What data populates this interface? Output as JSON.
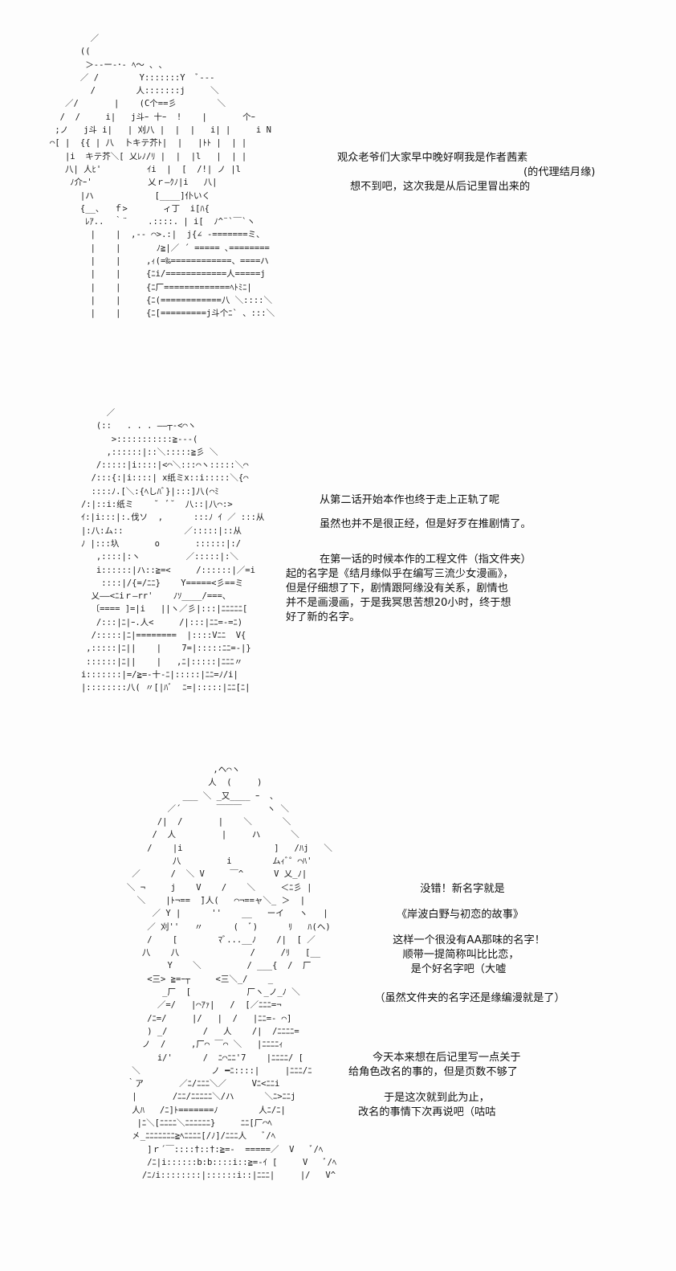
{
  "panel1": {
    "art": [
      "        ／",
      "      ((",
      "       ＞-‐ー‐･‐ ﾍ～ ､ ､",
      "      ／ /        Y:::::::Y  ﾞ---",
      "        /        人:::::::j     ＼",
      "   ／/       |    (C个==彡        ＼",
      "  /  /     i|   j斗ｰ 十ｰ  !    |       个ｰ",
      " ;ノ   j斗 i|   | 刈八 |  |  |   i| |     i N",
      "⌒[ |  {{ | 八  卜キテ芥ﾄ|  |   |ﾄﾄ |  | |",
      "   |i  キテ芥＼[ 乂ﾚﾉ/ﾘ |  |  |l   |  | |",
      "   八| 人ﾋ'         ｲi  |  [  /!| ノ |l",
      "    ﾉ介ｰ'           乂ｒ―ｸﾉ|i   八|",
      "      |ハ            [____]仆いく",
      "      {__、  ｆ>       ィ丁  i[ﾊ{",
      "       ﾚｱ..  ｀¨    .::::. | i[  ﾉ^¨`￣`ヽ",
      "        |    |  ,-‐ ⌒>.:|  j{∠ -=======ミ、",
      "        |    |       ﾉ≧|／ ´ ===== ､========",
      "        |    |     ,ｨ(=‰============、====ハ",
      "        |    |     {ﾆi/============人=====j",
      "        |    |     {ﾆ厂=============ﾍﾄﾐﾆ|",
      "        |    |     {ﾆ(============八 ＼::::＼",
      "        |    |     {ﾆ[=========j斗个ﾆ` 、:::＼"
    ],
    "lines": [
      "观众老爷们大家早中晚好啊我是作者茜素",
      "(的代理结月缘)",
      "想不到吧，这次我是从后记里冒出来的"
    ]
  },
  "panel2": {
    "art": [
      "        ／",
      "      (::   . . . ――┬-<⌒ヽ",
      "         >:::::::::::≧---(",
      "        ,::::::|::＼:::::≧彡 ＼",
      "      /:::::|i::::|<⌒＼:::⌒ヽ:::::＼⌒",
      "     /:::{:|i::::| x纸ミx::i:::::＼{⌒",
      "     ::::ﾉ.[＼:{ﾍしﾊﾞ}|:::]八(⌒ﾐ",
      "   /:|::i:纸ミ    ˘  ﾞ˘  八::|八⌒:>",
      "   ｲ:|i:::|:.伐ソ  ,      :::ﾉ ｲ ／ :::从",
      "   |:八:ム::            ／:::::|::从",
      "   ﾉ |:::圦       o       ::::::|:/",
      "      ,::::|:ヽ         ／:::::|:＼",
      "      i::::::|ハ::≧=<     /::::::|／=i",
      "       ::::|/{=/ﾆﾆ}    Y=====<彡==ミ",
      "     乂――<ﾆiｒ―rr'    ﾉｿ____/===、",
      "     〔==== ]=|i   ||ヽ／彡|:::|ﾆﾆﾆﾆﾆ[",
      "      /:::|ﾆ|ｰ.人<     /|:::|ﾆﾆ=-=ﾆ)",
      "     /:::::|ﾆ|========  |::::Vﾆﾆ  V{",
      "    ,:::::|ﾆ||    |    7=|:::::ﾆﾆ=-|}",
      "    ::::::|ﾆ||    |   ,ﾆ|:::::|ﾆﾆﾆ〃",
      "   i:::::::|=/≧=-十-ﾆ|:::::|ﾆﾆ=ﾉ/i|",
      "   |::::::::八( 〃[|ﾊﾞ  ﾆ=|:::::|ﾆﾆ[ﾆ|"
    ],
    "lines": [
      "从第二话开始本作也终于走上正轨了呢",
      "虽然也并不是很正经，但是好歹在推剧情了。",
      "在第一话的时候本作的工程文件（指文件夹）",
      "起的名字是《结月缘似乎在编写三流少女漫画》，",
      "但是仔细想了下，剧情跟阿缘没有关系，剧情也",
      "并不是画漫画，于是我冥思苦想20小时，终于想",
      "好了新的名字。"
    ]
  },
  "panel3": {
    "art": [
      "                       ,ヘ⌒ヽ",
      "                      人  (     )",
      "                 ___ ＼ _又____ ｰ  、",
      "              ／´       ￣￣￣     ヽ ＼",
      "            /|  /       |    ＼      ＼",
      "           /  人         |     ハ      ＼",
      "          /    |i                  ]   /ﾊj   ＼",
      "               八         i        ムｨﾞ゜⌒ﾊ'",
      "       ／      /  ＼ V     ￣^      V 乂_ﾉ|",
      "      ＼ ¬     j    V    /    ＼     ＜ﾆ彡 |",
      "        ＼    |ﾄ¬==  ̄]人(   ⌒¬==ャ＼_ ＞  |",
      "           ／ Y |      ''    __   ーイ   ヽ   |",
      "          ／ 刈''   〃      (  ﾞ)      ﾘ   ﾊ(ヘ)",
      "          /    [        ﾏﾞ...__ﾉ    /|  [ ／",
      "         八    八              /     /ﾘ   [__",
      "              Y    ＼         / ___{  /  厂",
      "          <三> ≧=ｰ┬     <三＼_/    _",
      "             _厂  [           厂ヽ_ノ_ﾉ ＼",
      "            ／=/   |⌒ｱｧ|   /  [／ﾆﾆﾆ=¬",
      "          /ﾆ=/     |/   |  /   |ﾆﾆ=- ⌒]",
      "          ) _/       /   人    /|  /ﾆﾆﾆﾆ=",
      "         ノ  /     ,厂⌒ ￣⌒ ＼   |ﾆﾆﾆﾆｨ",
      "            i/'      /  ﾆ⌒ﾆﾆ'7    |ﾆﾆﾆﾆ/ [",
      "       ＼              ノ ━ﾆ::::|     |ﾆﾆﾆ/ﾆ",
      "      ｀ア       ／ﾆ/ﾆﾆﾆ＼／     Vﾆ<ﾆﾆi",
      "       |       /ﾆﾆ/ﾆﾆﾆﾆﾆ＼/ハ      ＼ﾆ>ﾆﾆj",
      "       人ﾊ   /ﾆ]ﾄ=======ﾉ        人ﾆ/ﾆ|",
      "        |ﾆ＼[ﾆﾆﾆﾆ＼ﾆﾆﾆﾆﾆﾆ}     ﾆﾆ[厂⌒ﾍ",
      "       㐅_ﾆﾆﾆﾆﾆﾆﾆ≧ﾍﾆﾆﾆﾆ[/ﾉ]/ﾆﾆﾆ人   ﾞ/ﾍ",
      "          ]ｒ´￣::::†::†:≧=-  =====／  V   ﾞ/ﾍ",
      "          /ﾆ|i::::::b:b::::i::≧=-ｲ [     V   ﾞ/ﾍ",
      "         /ﾆﾉi::::::::|::::::i::|ﾆﾆﾆ|     |/   V^"
    ],
    "lines_top": [
      "没错！新名字就是",
      "《岸波白野与初恋的故事》",
      "这样一个很没有AA那味的名字！",
      "顺带一提简称叫比比恋，",
      "是个好名字吧（大嘘",
      "（虽然文件夹的名字还是缘编漫就是了）"
    ],
    "lines_bottom": [
      "今天本来想在后记里写一点关于",
      "给角色改名的事的，但是页数不够了",
      "于是这次就到此为止，",
      "改名的事情下次再说吧（咕咕"
    ]
  }
}
